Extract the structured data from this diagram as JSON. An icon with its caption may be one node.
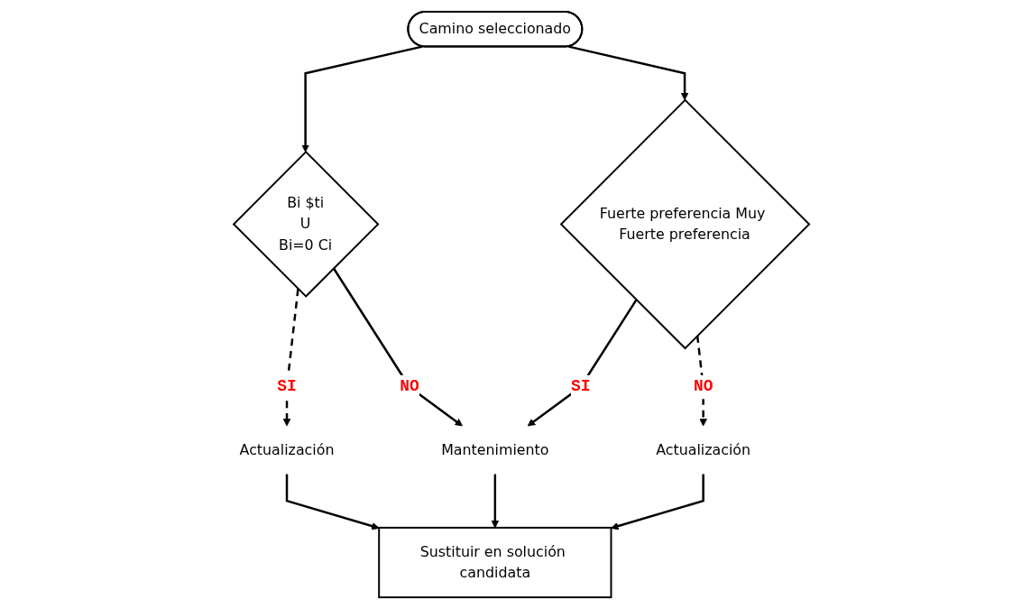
{
  "diagram": {
    "nodes": [
      {
        "text": [
          "Camino seleccionado"
        ]
      },
      {
        "text": [
          "Bi $ti",
          "U",
          "Bi=0 Ci"
        ]
      },
      {
        "text": [
          "Fuerte preferencia Muy Fuerte preferencia"
        ]
      },
      {
        "text": [
          "Actualización"
        ]
      },
      {
        "text": [
          "Mantenimiento"
        ]
      },
      {
        "text": [
          "Actualización"
        ]
      },
      {
        "text": [
          "Sustituir en solución candidata"
        ]
      }
    ],
    "edges": [
      {
        "from": 0,
        "to": 1,
        "arrow": "to"
      },
      {
        "from": 0,
        "to": 2,
        "arrow": "to"
      },
      {
        "from": 1,
        "to": 3,
        "arrow": "to",
        "label": "SI",
        "style": "dashed"
      },
      {
        "from": 1,
        "to": 4,
        "arrow": "to",
        "label": "NO"
      },
      {
        "from": 2,
        "to": 4,
        "arrow": "to",
        "label": "SI"
      },
      {
        "from": 2,
        "to": 5,
        "arrow": "to",
        "label": "NO",
        "style": "dashed"
      },
      {
        "from": 3,
        "to": 6,
        "arrow": "to"
      },
      {
        "from": 4,
        "to": 6,
        "arrow": "to"
      },
      {
        "from": 5,
        "to": 6,
        "arrow": "to"
      }
    ]
  }
}
